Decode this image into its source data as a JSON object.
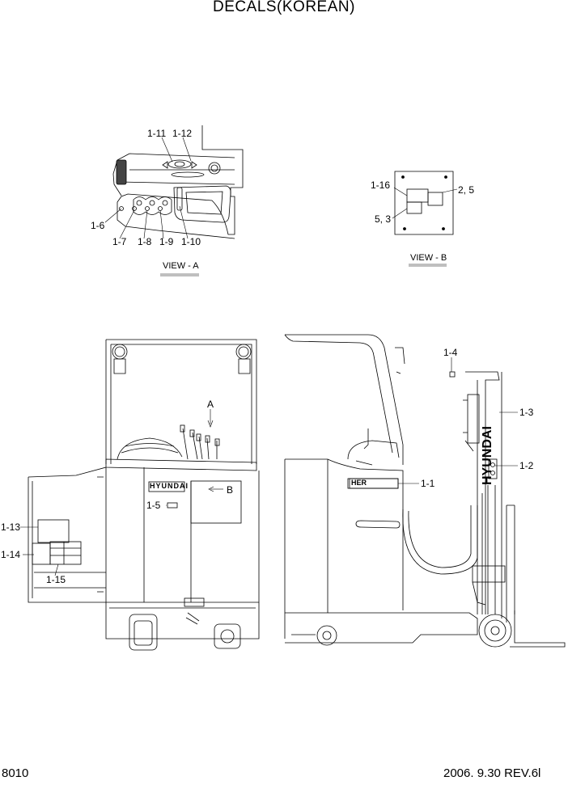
{
  "title": "DECALS(KOREAN)",
  "view_a": {
    "label": "VIEW - A",
    "callouts": [
      "1-11",
      "1-12",
      "1-6",
      "1-7",
      "1-8",
      "1-9",
      "1-10"
    ]
  },
  "view_b": {
    "label": "VIEW - B",
    "callouts": [
      "1-16",
      "2, 5",
      "5, 3"
    ]
  },
  "front_view": {
    "callouts": [
      "A",
      "B",
      "1-5",
      "1-13",
      "1-14",
      "1-15"
    ],
    "brand_text": "HYUNDAI"
  },
  "side_view": {
    "callouts": [
      "1-4",
      "1-3",
      "1-2",
      "1-1"
    ],
    "mast_text": "HYUNDAI",
    "plate_text": "HER"
  },
  "footer": {
    "page_number": "8010",
    "revision": "2006. 9.30 REV.6l"
  }
}
